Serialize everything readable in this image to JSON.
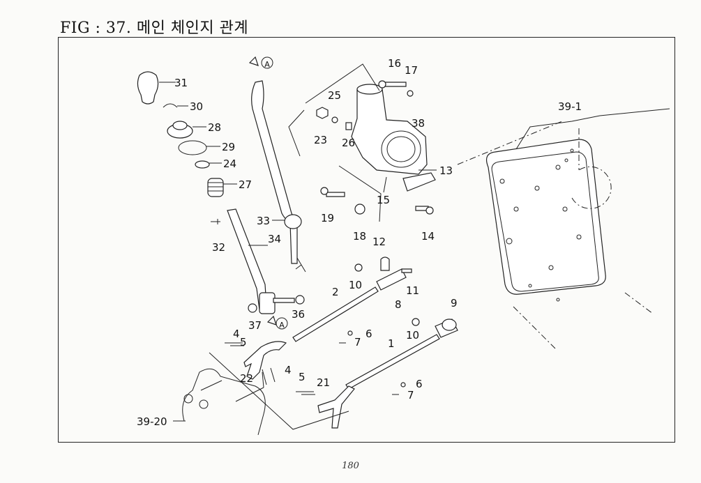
{
  "title": "FIG : 37. 메인 체인지 관계",
  "page_number": "180",
  "callouts": {
    "c31": "31",
    "c30": "30",
    "c28": "28",
    "c29": "29",
    "c24": "24",
    "c27": "27",
    "c32": "32",
    "c34": "34",
    "c33": "33",
    "c36": "36",
    "c37": "37",
    "c16": "16",
    "c17": "17",
    "c25": "25",
    "c23": "23",
    "c26": "26",
    "c38": "38",
    "c13": "13",
    "c19": "19",
    "c15": "15",
    "c18": "18",
    "c14": "14",
    "c12": "12",
    "c10a": "10",
    "c11": "11",
    "c8": "8",
    "c2": "2",
    "c6a": "6",
    "c7a": "7",
    "c9": "9",
    "c10b": "10",
    "c1": "1",
    "c6b": "6",
    "c7b": "7",
    "c4a": "4",
    "c5a": "5",
    "c22": "22",
    "c4b": "4",
    "c5b": "5",
    "c21": "21",
    "c39_1": "39-1",
    "c39_20": "39-20",
    "refA1": "A",
    "refA2": "A"
  }
}
